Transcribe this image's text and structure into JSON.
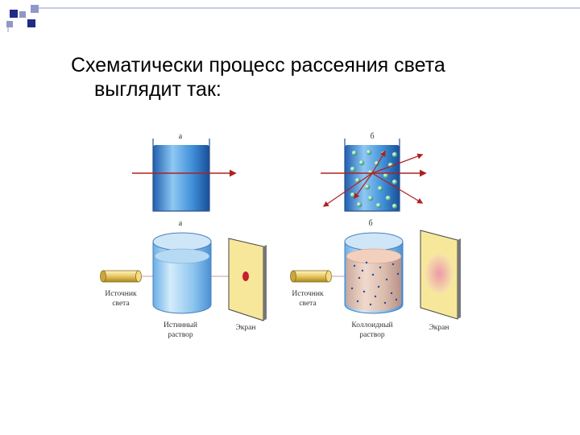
{
  "slide": {
    "title_line1": "Схематически процесс рассеяния света",
    "title_line2": "выглядит так:"
  },
  "diagram": {
    "top_left_letter": "а",
    "top_right_letter": "б",
    "bottom_left_letter": "а",
    "bottom_right_letter": "б",
    "left_source_line1": "Источник",
    "left_source_line2": "света",
    "right_source_line1": "Источник",
    "right_source_line2": "света",
    "true_solution_line1": "Истинный",
    "true_solution_line2": "раствор",
    "colloid_solution_line1": "Коллоидный",
    "colloid_solution_line2": "раствор",
    "left_screen": "Экран",
    "right_screen": "Экран"
  },
  "colors": {
    "accent_dark": "#1f2b86",
    "accent_light": "#8f98c8",
    "water": "#3f8fd8",
    "beam": "#b02020"
  }
}
